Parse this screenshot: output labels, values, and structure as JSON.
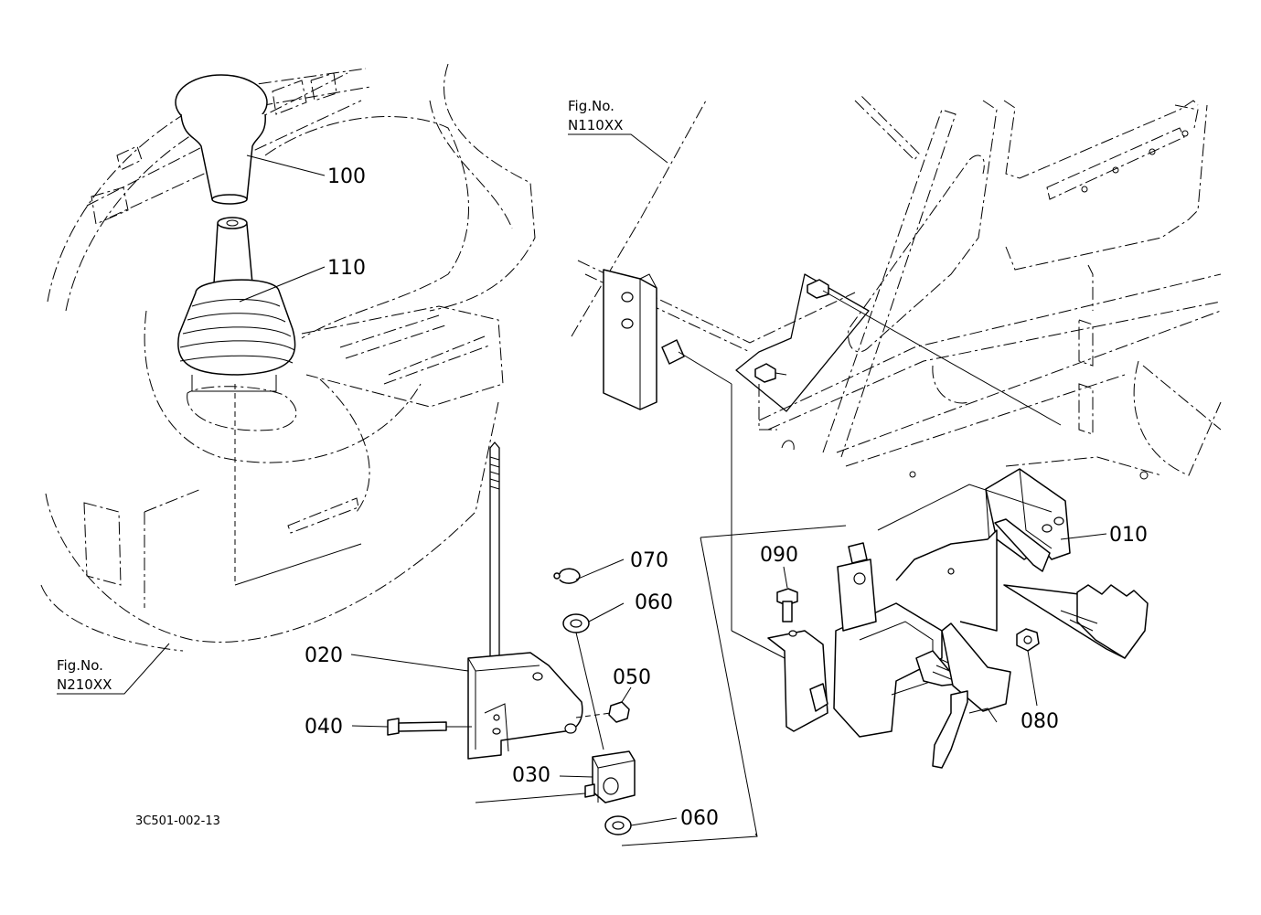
{
  "document_id": "3C501-002-13",
  "figure_refs": [
    {
      "id": "fig-n110xx",
      "line1": "Fig.No.",
      "line2": "N110XX"
    },
    {
      "id": "fig-n210xx",
      "line1": "Fig.No.",
      "line2": "N210XX"
    }
  ],
  "part_labels": {
    "p100": "100",
    "p110": "110",
    "p010": "010",
    "p070": "070",
    "p060a": "060",
    "p090": "090",
    "p020": "020",
    "p050": "050",
    "p040": "040",
    "p080": "080",
    "p030": "030",
    "p060b": "060"
  },
  "parts": [
    {
      "number": "010",
      "name": "bracket"
    },
    {
      "number": "020",
      "name": "lever-base"
    },
    {
      "number": "030",
      "name": "joint-block"
    },
    {
      "number": "040",
      "name": "bolt"
    },
    {
      "number": "050",
      "name": "nut"
    },
    {
      "number": "060",
      "name": "washer"
    },
    {
      "number": "070",
      "name": "clip"
    },
    {
      "number": "080",
      "name": "nut"
    },
    {
      "number": "090",
      "name": "bolt"
    },
    {
      "number": "100",
      "name": "knob"
    },
    {
      "number": "110",
      "name": "boot"
    }
  ]
}
